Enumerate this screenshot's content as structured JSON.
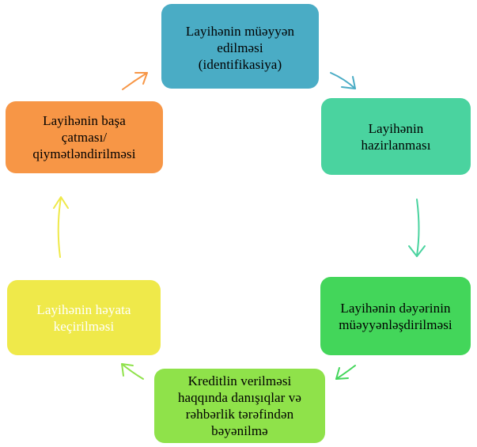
{
  "cycle": {
    "steps": [
      {
        "label": "Layihənin müəyyən\nedilməsi\n(identifikasiya)",
        "color": "#4aacc5"
      },
      {
        "label": "Layihənin\nhazirlanması",
        "color": "#4ad39f"
      },
      {
        "label": "Layihənin dəyərinin\nmüəyyənləşdirilməsi",
        "color": "#43d65a"
      },
      {
        "label": "Kreditlin verilməsi\nhaqqında  danışıqlar və\nrəhbərlik tərəfindən\nbəyənilmə",
        "color": "#8fe24a"
      },
      {
        "label": "Layihənin həyata\nkeçirilməsi",
        "color": "#efe94a"
      },
      {
        "label": "Layihənin başa\nçatması/\nqiymətləndirilməsi",
        "color": "#f79646"
      }
    ],
    "arrows": [
      {
        "from_step": 1,
        "to_step": 2,
        "color": "#4aacc5"
      },
      {
        "from_step": 2,
        "to_step": 3,
        "color": "#4ad39f"
      },
      {
        "from_step": 3,
        "to_step": 4,
        "color": "#43d65a"
      },
      {
        "from_step": 4,
        "to_step": 5,
        "color": "#8fe24a"
      },
      {
        "from_step": 5,
        "to_step": 6,
        "color": "#efe94a"
      },
      {
        "from_step": 6,
        "to_step": 1,
        "color": "#f79646"
      }
    ]
  }
}
